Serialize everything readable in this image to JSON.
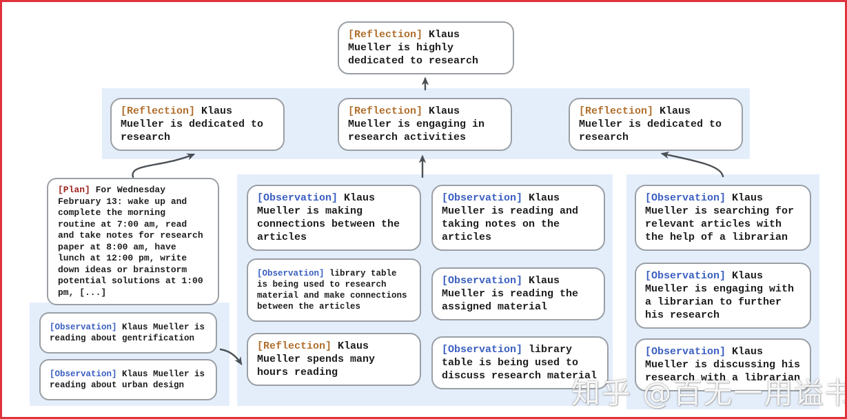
{
  "root": {
    "tag": "[Reflection]",
    "text": "Klaus Mueller is highly dedicated to research"
  },
  "level2": [
    {
      "tag": "[Reflection]",
      "text": "Klaus Mueller is dedicated to research"
    },
    {
      "tag": "[Reflection]",
      "text": "Klaus Mueller is engaging in research activities"
    },
    {
      "tag": "[Reflection]",
      "text": "Klaus Mueller is dedicated to research"
    }
  ],
  "plan": {
    "tag": "[Plan]",
    "text": "For Wednesday February 13: wake up and complete the morning routine at 7:00 am, read and take notes for research paper at 8:00 am, have lunch at 12:00 pm, write down ideas or brainstorm potential solutions at 1:00 pm, [...]"
  },
  "left_observations": [
    {
      "tag": "[Observation]",
      "text": "Klaus Mueller is reading about gentrification"
    },
    {
      "tag": "[Observation]",
      "text": "Klaus Mueller is reading about urban design"
    }
  ],
  "middle_col_a": [
    {
      "tag": "[Observation]",
      "text": "Klaus Mueller is making connections between the articles"
    },
    {
      "tag": "[Observation]",
      "text": "library table is being used to research material and make connections between the articles"
    },
    {
      "tag": "[Reflection]",
      "text": "Klaus Mueller spends many hours reading"
    }
  ],
  "middle_col_b": [
    {
      "tag": "[Observation]",
      "text": "Klaus Mueller is reading and taking notes on the articles"
    },
    {
      "tag": "[Observation]",
      "text": "Klaus Mueller is reading the assigned material"
    },
    {
      "tag": "[Observation]",
      "text": "library table is being used to discuss research material"
    }
  ],
  "right_observations": [
    {
      "tag": "[Observation]",
      "text": "Klaus Mueller is searching for relevant articles with the help of a librarian"
    },
    {
      "tag": "[Observation]",
      "text": "Klaus Mueller is engaging with a librarian to further his research"
    },
    {
      "tag": "[Observation]",
      "text": "Klaus Mueller is discussing his research with a librarian"
    }
  ],
  "watermark": "知乎 @百无一用谥书生",
  "colors": {
    "reflection_tag": "#b06f2d",
    "plan_tag": "#9e241f",
    "observation_tag": "#3a5fc1",
    "text": "#1d1d1f",
    "node_border": "#9a9fa5",
    "node_bg": "#ffffff",
    "panel_bg": "#e4eefb",
    "arrow": "#4b5056",
    "frame": "#e0323c"
  }
}
